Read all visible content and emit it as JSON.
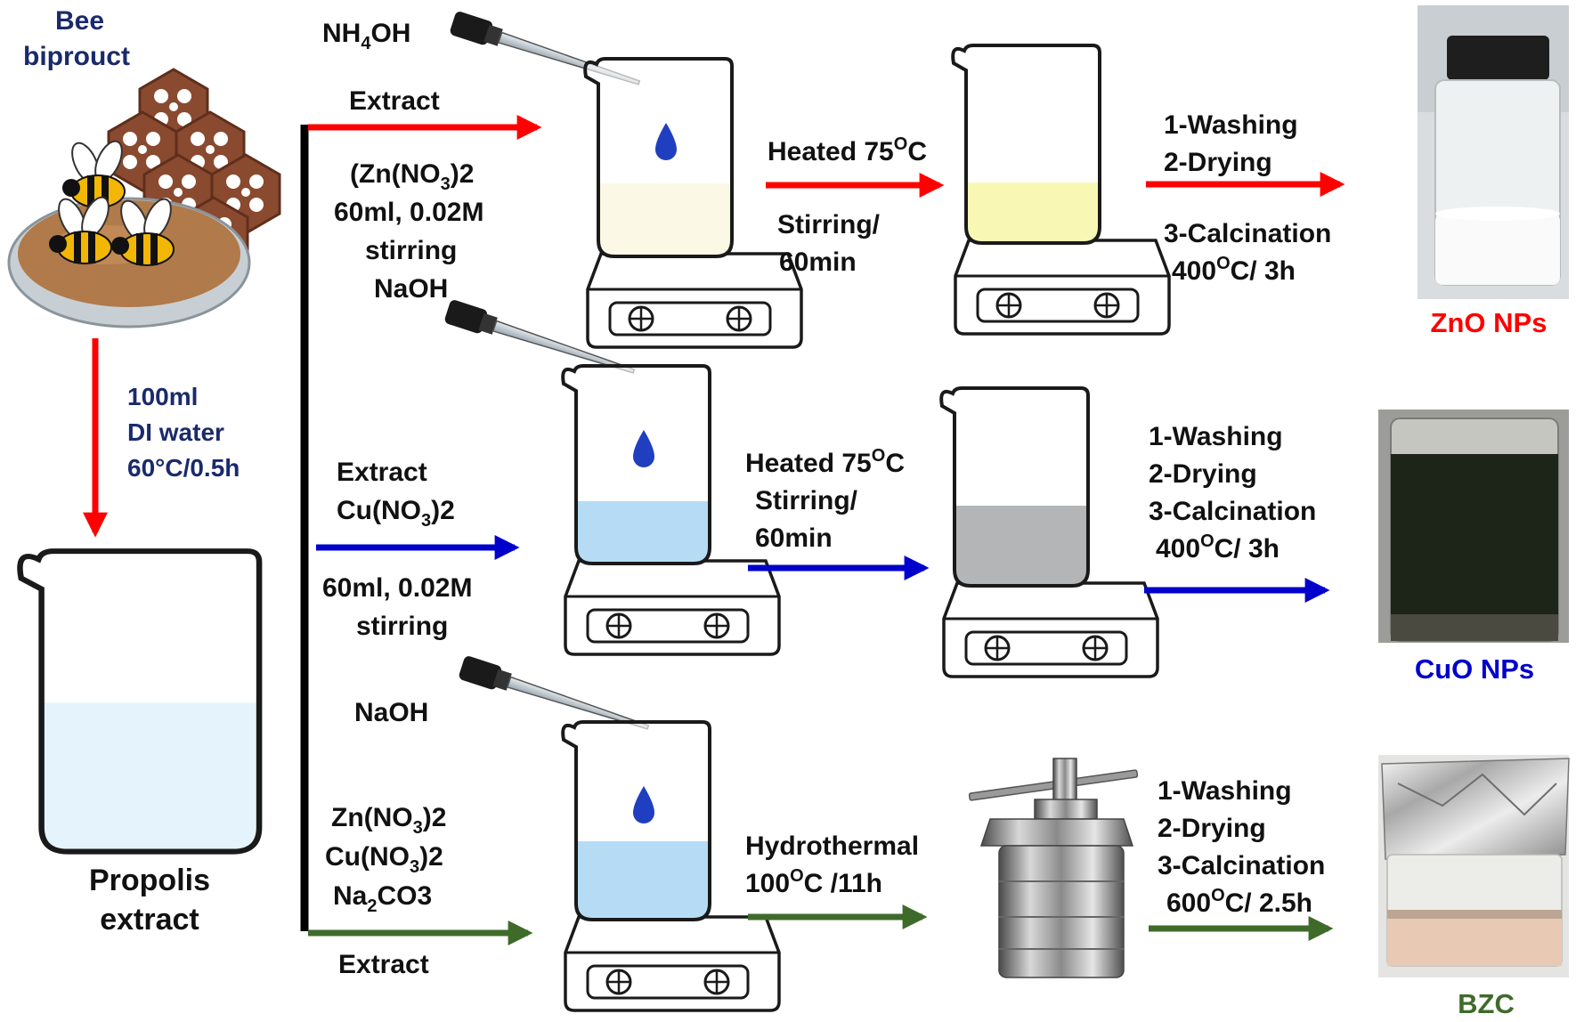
{
  "source": {
    "title_line1": "Bee",
    "title_line2": "biprouct"
  },
  "step_water": {
    "line1": "100ml",
    "line2": "DI water",
    "line3": "60°C/0.5h"
  },
  "propolis": {
    "line1": "Propolis",
    "line2": "extract"
  },
  "zno_row": {
    "dropper_base": "NH",
    "dropper_sub": "4",
    "dropper_tail": "OH",
    "extract": "Extract",
    "salt_pre": "(Zn(NO",
    "salt_sub": "3",
    "salt_post": ")2",
    "conc": "60ml, 0.02M",
    "stir": "stirring",
    "naoh": "NaOH",
    "heat_pre": "Heated 75",
    "heat_sup": "O",
    "heat_post": "C",
    "stir1": "Stirring/",
    "stir2": "60min",
    "wash": "1-Washing",
    "dry": "2-Drying",
    "calc": "3-Calcination",
    "temp_pre": "400",
    "temp_sup": "O",
    "temp_post": "C/ 3h",
    "product": "ZnO NPs"
  },
  "cuo_row": {
    "extract": "Extract",
    "salt_pre": "Cu(NO",
    "salt_sub": "3",
    "salt_post": ")2",
    "conc": "60ml, 0.02M",
    "stir": "stirring",
    "heat_pre": "Heated 75",
    "heat_sup": "O",
    "heat_post": "C",
    "stir1": "Stirring/",
    "stir2": "60min",
    "wash": "1-Washing",
    "dry": "2-Drying",
    "calc": "3-Calcination",
    "temp_pre": "400",
    "temp_sup": "O",
    "temp_post": "C/ 3h",
    "product": "CuO NPs"
  },
  "bzc_row": {
    "naoh": "NaOH",
    "zn_pre": "Zn(NO",
    "zn_sub": "3",
    "zn_post": ")2",
    "cu_pre": "Cu(NO",
    "cu_sub": "3",
    "cu_post": ")2",
    "na_pre": "Na",
    "na_sub": "2",
    "na_post": "CO3",
    "extract": "Extract",
    "hydro": "Hydrothermal",
    "hydro_temp_pre": "100",
    "hydro_temp_sup": "O",
    "hydro_temp_post": "C /11h",
    "wash": "1-Washing",
    "dry": "2-Drying",
    "calc": "3-Calcination",
    "temp_pre": "600",
    "temp_sup": "O",
    "temp_post": "C/ 2.5h",
    "product": "BZC"
  },
  "colors": {
    "zno": "#ff0000",
    "cuo": "#0000cc",
    "bzc": "#3f6b2a",
    "navy": "#1a2a6c",
    "water": "#bfe4f7",
    "blue_liquid": "#4aa8e6",
    "yellow_light": "#f4f0c0",
    "yellow": "#eeee44",
    "dark_liquid": "#45484d",
    "drop": "#1f3fc0"
  }
}
